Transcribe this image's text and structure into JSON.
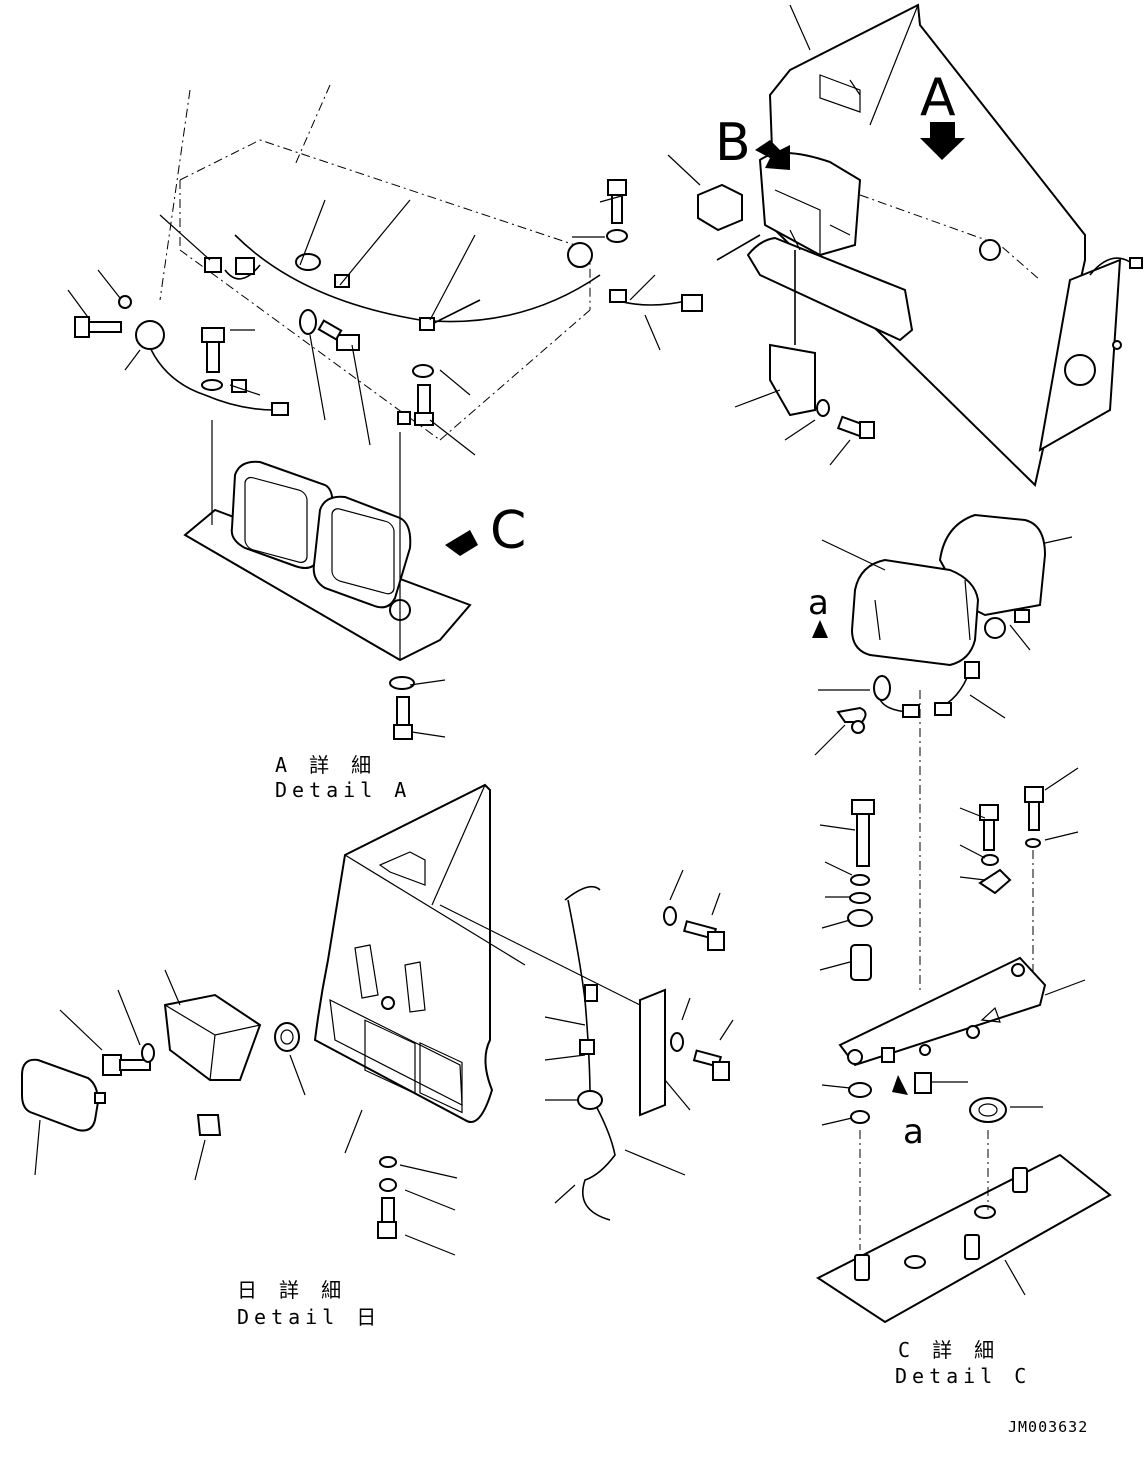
{
  "views": {
    "A": {
      "caption_jp": "A 詳 細",
      "caption_en": "Detail A"
    },
    "B": {
      "caption_jp": "日 詳 細",
      "caption_en": "Detail 日"
    },
    "C": {
      "caption_jp": "C 詳 細",
      "caption_en": "Detail C"
    }
  },
  "arrows": {
    "A": "A",
    "B": "B",
    "C": "C",
    "a_top": "a",
    "a_bottom": "a"
  },
  "reference": "JM003632"
}
